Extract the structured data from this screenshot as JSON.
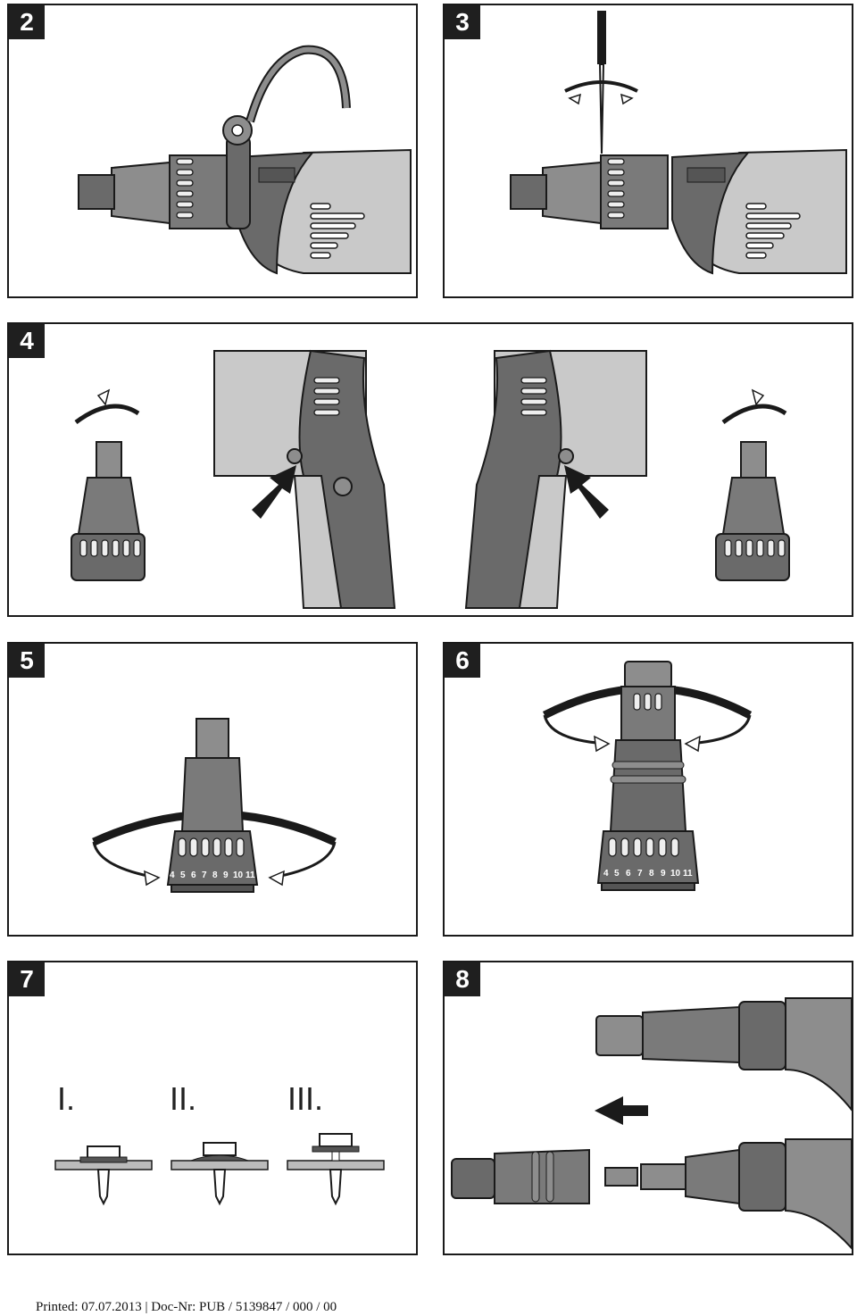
{
  "panels": [
    {
      "number": "2"
    },
    {
      "number": "3"
    },
    {
      "number": "4"
    },
    {
      "number": "5"
    },
    {
      "number": "6"
    },
    {
      "number": "7"
    },
    {
      "number": "8"
    }
  ],
  "depth_scale": {
    "marks": [
      "4",
      "5",
      "6",
      "7",
      "8",
      "9",
      "10",
      "11"
    ]
  },
  "screw_stages": [
    "I.",
    "II.",
    "III."
  ],
  "footer": {
    "text": "Printed: 07.07.2013 | Doc-Nr: PUB / 5139847 / 000 / 00"
  },
  "colors": {
    "tool_dark": "#6a6a6a",
    "tool_mid": "#8d8d8d",
    "tool_light": "#c9c9c9",
    "outline": "#1a1a1a"
  }
}
